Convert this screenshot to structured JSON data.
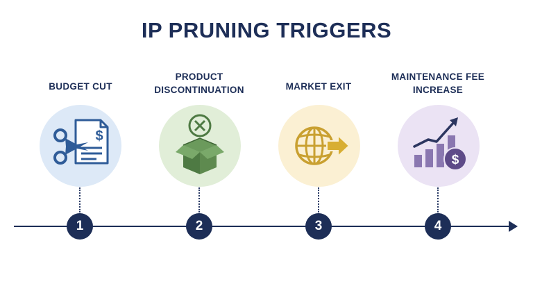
{
  "title": "IP PRUNING TRIGGERS",
  "steps": [
    {
      "number": "1",
      "label_lines": [
        "BUDGET CUT"
      ],
      "icon": "scissors-invoice-icon",
      "circle_color": "#dde9f7"
    },
    {
      "number": "2",
      "label_lines": [
        "PRODUCT",
        "DISCONTINUATION"
      ],
      "icon": "box-cancel-icon",
      "circle_color": "#e1eed8"
    },
    {
      "number": "3",
      "label_lines": [
        "MARKET EXIT"
      ],
      "icon": "globe-exit-arrow-icon",
      "circle_color": "#fbf0d3"
    },
    {
      "number": "4",
      "label_lines": [
        "MAINTENANCE FEE",
        "INCREASE"
      ],
      "icon": "rising-cost-chart-icon",
      "circle_color": "#ebe3f4"
    }
  ],
  "colors": {
    "navy": "#1d2e57",
    "scissors_blue": "#2f5c98",
    "box_green": "#4e7a43",
    "globe_gold": "#c9a030",
    "chart_purple": "#6f5a96"
  }
}
